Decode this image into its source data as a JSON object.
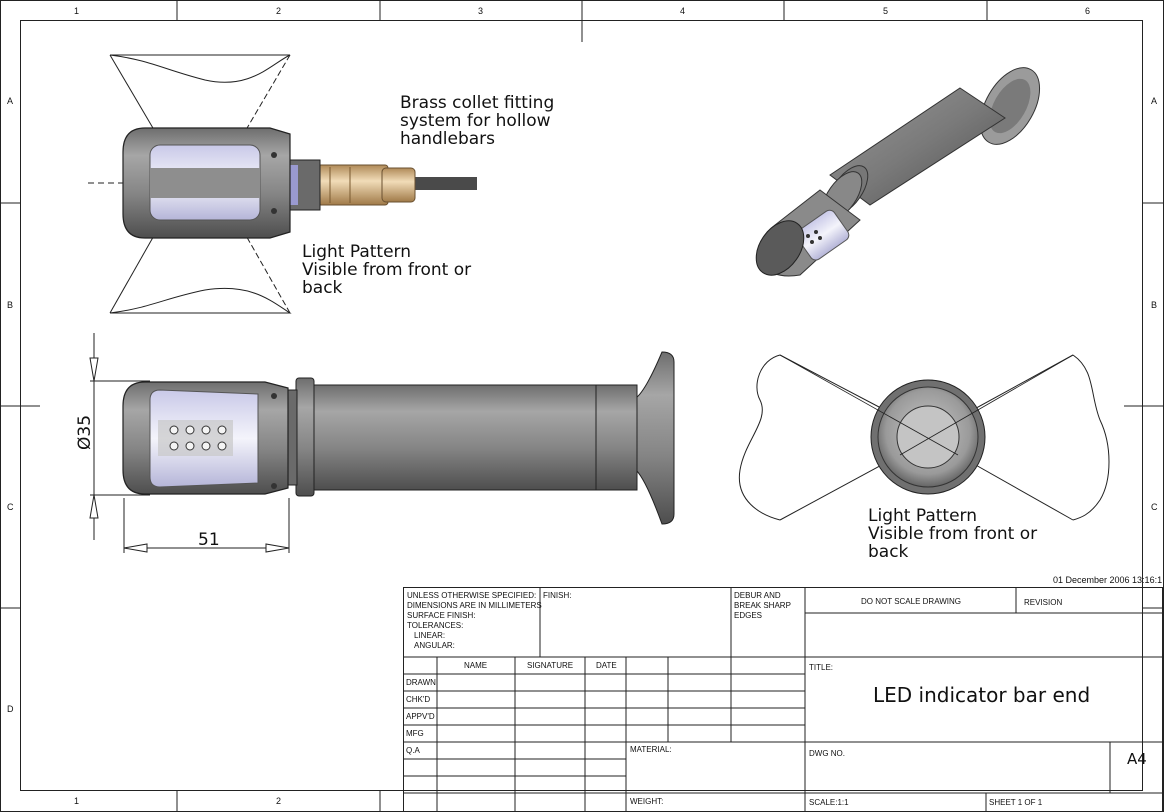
{
  "zones": {
    "columns": [
      "1",
      "2",
      "3",
      "4",
      "5",
      "6"
    ],
    "rows": [
      "A",
      "B",
      "C",
      "D"
    ]
  },
  "notes": {
    "collet": [
      "Brass collet fitting",
      "system for hollow",
      "handlebars"
    ],
    "light_top": [
      "Light Pattern",
      "Visible from front or",
      "back"
    ],
    "light_right": [
      "Light Pattern",
      "Visible from front or",
      "back"
    ]
  },
  "dimensions": {
    "diameter": "Ø35",
    "length": "51"
  },
  "timestamp": "01 December 2006 13:16:1",
  "title_block": {
    "unless": [
      "UNLESS OTHERWISE SPECIFIED:",
      "DIMENSIONS ARE IN MILLIMETERS",
      "SURFACE FINISH:",
      "TOLERANCES:",
      "LINEAR:",
      "ANGULAR:"
    ],
    "finish": "FINISH:",
    "debur": [
      "DEBUR AND",
      "BREAK SHARP",
      "EDGES"
    ],
    "do_not_scale": "DO NOT SCALE DRAWING",
    "revision": "REVISION",
    "col_name": "NAME",
    "col_signature": "SIGNATURE",
    "col_date": "DATE",
    "rows": [
      "DRAWN",
      "CHK'D",
      "APPV'D",
      "MFG",
      "Q.A"
    ],
    "title_label": "TITLE:",
    "title": "LED indicator bar end",
    "material": "MATERIAL:",
    "dwg_no": "DWG NO.",
    "size": "A4",
    "weight": "WEIGHT:",
    "scale": "SCALE:1:1",
    "sheet": "SHEET 1 OF 1"
  },
  "colors": {
    "body": "#8c8c8c",
    "dark": "#444444",
    "brass": "#e3c49a",
    "lens": "#dcdcf0"
  }
}
